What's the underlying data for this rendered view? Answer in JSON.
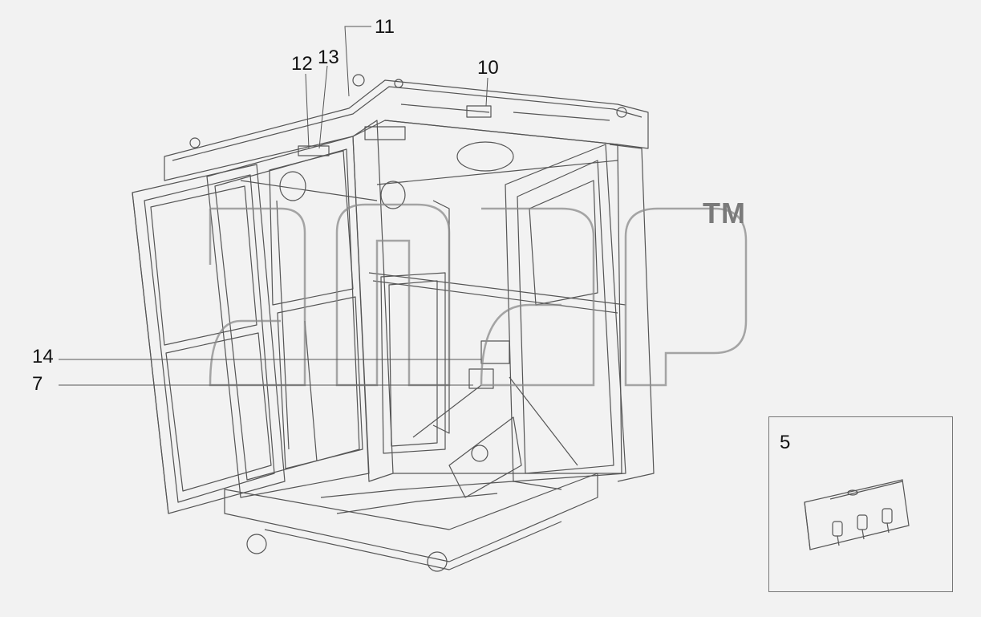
{
  "diagram": {
    "callouts": {
      "c11": "11",
      "c12": "12",
      "c13": "13",
      "c10": "10",
      "c14": "14",
      "c7": "7",
      "c5": "5"
    },
    "watermark": {
      "tm": "TM",
      "color": "#8a8a8a"
    },
    "line_color": "#444444",
    "background": "#f2f2f2"
  }
}
